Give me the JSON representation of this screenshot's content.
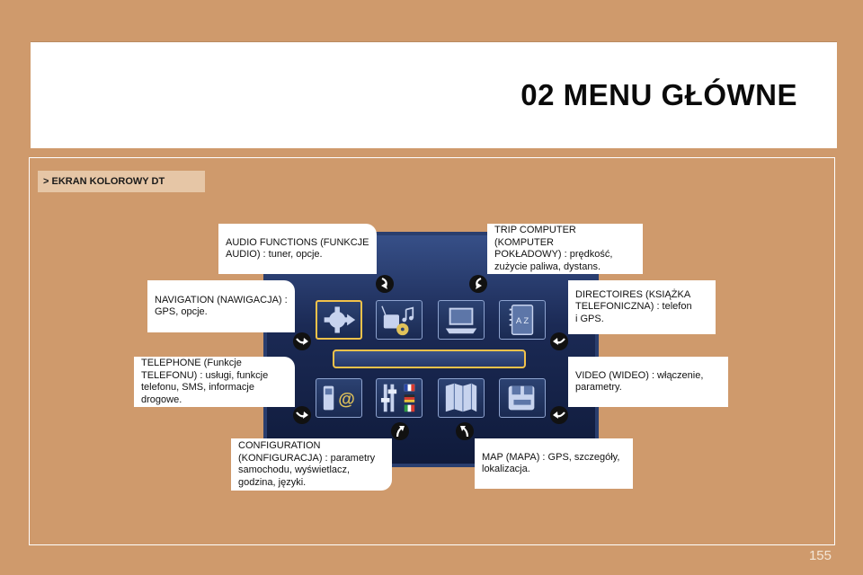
{
  "header": {
    "title": "02 MENU GŁÓWNE"
  },
  "section_tag": "> EKRAN KOLOROWY DT",
  "callouts": {
    "audio": "AUDIO FUNCTIONS (FUNKCJE\nAUDIO) : tuner, opcje.",
    "trip": "TRIP COMPUTER (KOMPUTER\nPOKŁADOWY) : prędkość,\nzużycie paliwa, dystans.",
    "navigation": "NAVIGATION (NAWIGACJA) :\nGPS, opcje.",
    "directories": "DIRECTOIRES (KSIĄŻKA\nTELEFONICZNA) : telefon\ni GPS.",
    "telephone": "TELEPHONE (Funkcje\nTELEFONU) : usługi, funkcje\ntelefonu, SMS, informacje\ndrogowe.",
    "video": "VIDEO (WIDEO) : włączenie,\nparametry.",
    "configuration": "CONFIGURATION\n(KONFIGURACJA) : parametry\nsamochodu, wyświetlacz,\ngodzina, języki.",
    "map": "MAP (MAPA) : GPS, szczegóły,\nlokalizacja."
  },
  "screen": {
    "telephone_symbol": "@",
    "directory_letters": "A Z"
  },
  "footer": {
    "page_number": "155"
  },
  "colors": {
    "background": "#cf9a6c",
    "selection": "#f2c24a",
    "screen": "#1b2a55"
  }
}
